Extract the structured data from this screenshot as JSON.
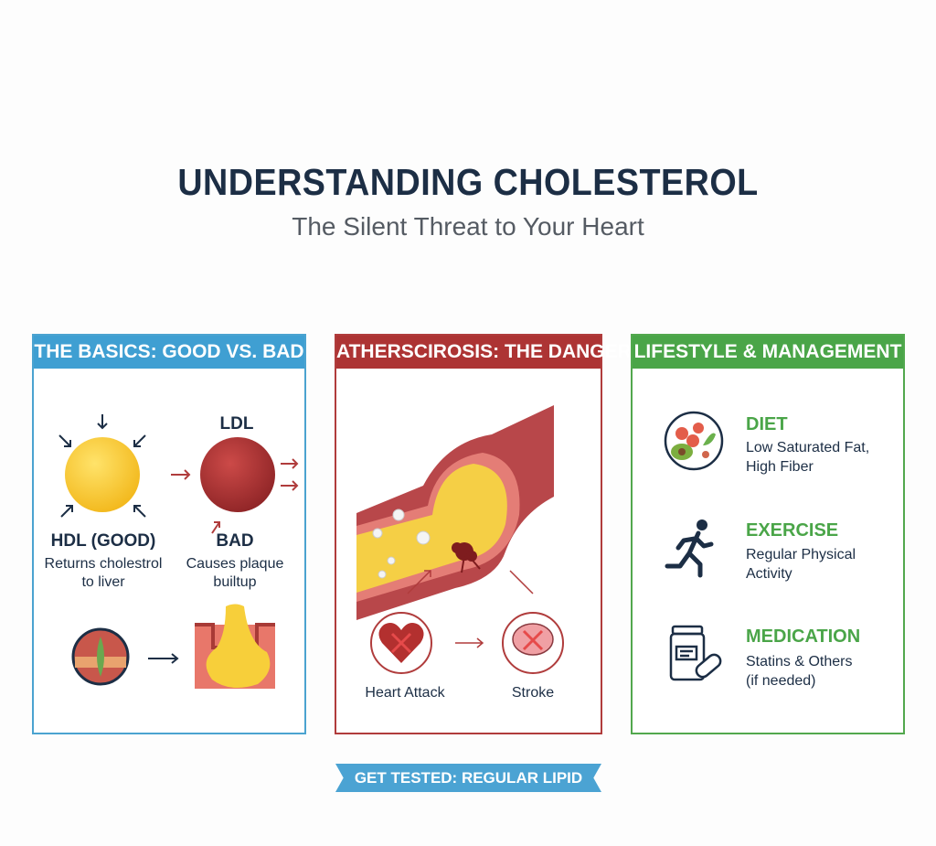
{
  "header": {
    "title": "UNDERSTANDING CHOLESTEROL",
    "subtitle": "The Silent Threat to Your Heart"
  },
  "basics": {
    "heading": "THE BASICS: GOOD VS. BAD",
    "hdl_label": "HDL (GOOD)",
    "hdl_desc_1": "Returns cholestrol",
    "hdl_desc_2": "to liver",
    "ldl_label": "LDL",
    "bad_label": "BAD",
    "bad_desc_1": "Causes plaque",
    "bad_desc_2": "builtup"
  },
  "danger": {
    "heading": "ATHERSCIROSIS: THE DANGER",
    "heart_attack": "Heart Attack",
    "stroke": "Stroke"
  },
  "lifestyle": {
    "heading": "LIFESTYLE & MANAGEMENT",
    "items": [
      {
        "title": "DIET",
        "desc_1": "Low Saturated Fat,",
        "desc_2": "High Fiber",
        "icon": "diet-plate-icon"
      },
      {
        "title": "EXERCISE",
        "desc_1": "Regular Physical",
        "desc_2": "Activity",
        "icon": "running-person-icon"
      },
      {
        "title": "MEDICATION",
        "desc_1": "Statins & Others",
        "desc_2": "(if needed)",
        "icon": "medication-icon"
      }
    ]
  },
  "banner": {
    "label": "GET TESTED: REGULAR LIPID PANEL"
  },
  "colors": {
    "blue": "#3f9fd2",
    "red": "#ad3434",
    "green": "#4aa548",
    "navy": "#1c2e45"
  }
}
